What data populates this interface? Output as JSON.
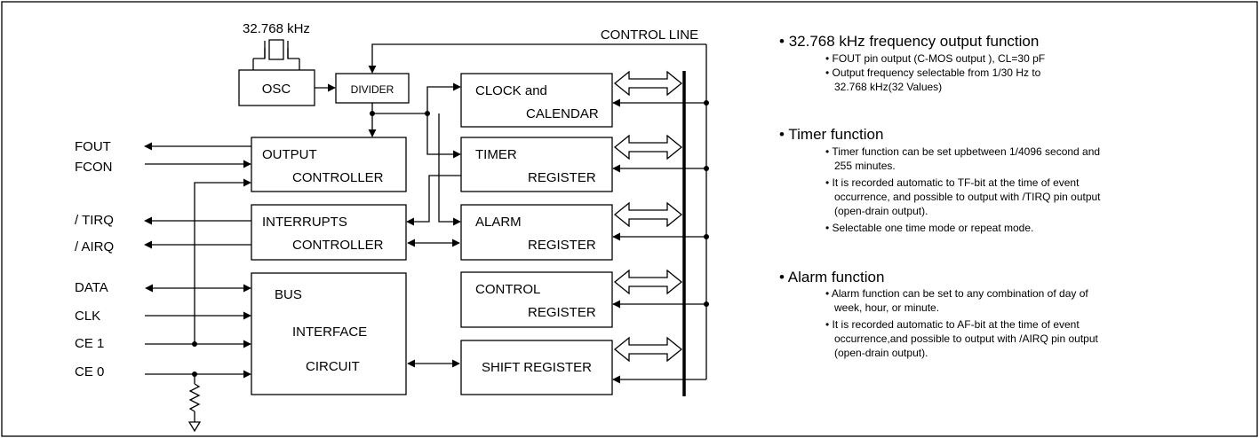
{
  "crystal": {
    "freq": "32.768 kHz"
  },
  "blocks": {
    "osc": "OSC",
    "divider": "DIVIDER",
    "clock_l1": "CLOCK and",
    "clock_l2": "CALENDAR",
    "output_l1": "OUTPUT",
    "output_l2": "CONTROLLER",
    "timer_l1": "TIMER",
    "timer_l2": "REGISTER",
    "interrupts_l1": "INTERRUPTS",
    "interrupts_l2": "CONTROLLER",
    "alarm_l1": "ALARM",
    "alarm_l2": "REGISTER",
    "bus_l1": "BUS",
    "bus_l2": "INTERFACE",
    "bus_l3": "CIRCUIT",
    "control_l1": "CONTROL",
    "control_l2": "REGISTER",
    "shift": "SHIFT REGISTER"
  },
  "control_line": "CONTROL LINE",
  "pins": {
    "fout": "FOUT",
    "fcon": "FCON",
    "tirq": "/ TIRQ",
    "airq": "/ AIRQ",
    "data": "DATA",
    "clk": "CLK",
    "ce1": "CE 1",
    "ce0": "CE 0"
  },
  "features": [
    {
      "title": "32.768 kHz frequency output function",
      "lines": [
        "• FOUT pin output (C-MOS output ), CL=30 pF",
        "• Output frequency selectable from 1/30 Hz to",
        "   32.768 kHz(32 Values)"
      ]
    },
    {
      "title": "Timer function",
      "lines": [
        "• Timer function can be set upbetween 1/4096 second and",
        "   255 minutes.",
        "• It is recorded automatic to TF-bit at the time of event",
        "   occurrence, and possible to output with /TIRQ pin output",
        "   (open-drain output).",
        "• Selectable one time mode or repeat mode."
      ]
    },
    {
      "title": "Alarm function",
      "lines": [
        "• Alarm function can be set to any combination of day of",
        "   week, hour, or minute.",
        "• It is recorded automatic to AF-bit at the time of event",
        "   occurrence,and possible to output with /AIRQ pin output",
        "   (open-drain output)."
      ]
    }
  ]
}
